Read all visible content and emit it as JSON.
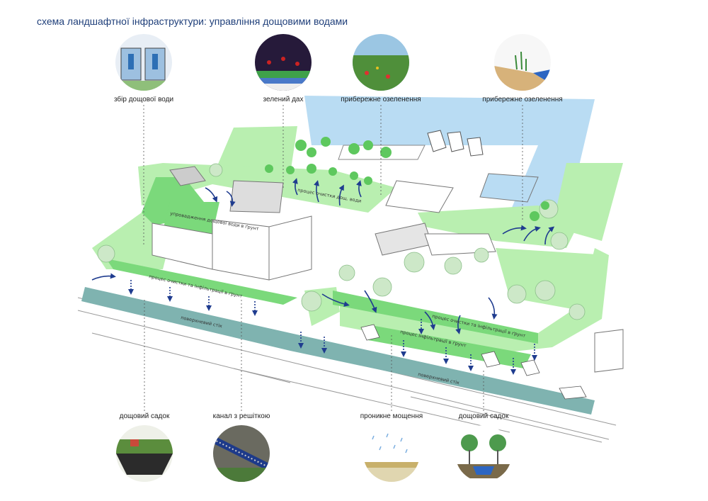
{
  "title": "схема ландшафтної інфраструктури: управління дощовими водами",
  "top_labels": [
    "збір дощової води",
    "зелений дах",
    "прибережне озеленення",
    "прибережне озеленення"
  ],
  "bottom_labels": [
    "дощовий садок",
    "канал з решіткою",
    "проникне мощення",
    "дощовий садок"
  ],
  "inner_labels": {
    "roof": "упровадження дощової води в ґрунт",
    "riparian": "процес очистки дощ. води",
    "left_strip": "процес очистки та інфільтрації в ґрунт",
    "right_strip1": "процес очистки та інфільтрації в ґрунт",
    "right_strip2": "процес інфільтрації в ґрунт",
    "runoff_left": "поверхневий стік",
    "runoff_right": "поверхневий стік"
  },
  "colors": {
    "green": "#7bd97b",
    "light_green": "#b9efb0",
    "water": "#b9dcf3",
    "runoff": "#7fb3b0",
    "arrow": "#1f3c8f"
  },
  "icons": [
    "water-tank-icon",
    "green-roof-icon",
    "wetland-icon",
    "riverbank-icon",
    "rain-garden-icon",
    "grate-channel-icon",
    "permeable-paving-icon",
    "bioswale-icon"
  ]
}
